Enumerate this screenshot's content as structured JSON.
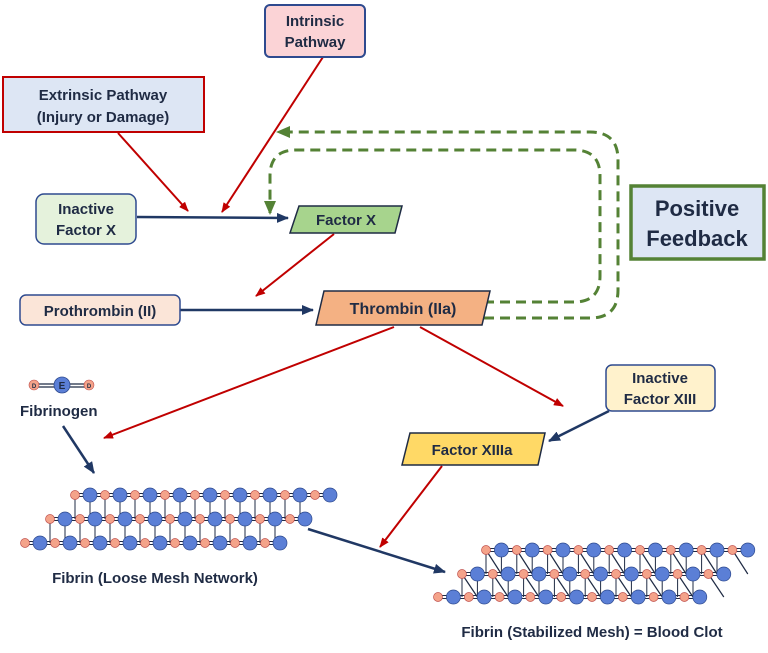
{
  "nodes": {
    "intrinsic": {
      "line1": "Intrinsic",
      "line2": "Pathway"
    },
    "extrinsic": {
      "line1": "Extrinsic Pathway",
      "line2": "(Injury or Damage)"
    },
    "inactive_x": {
      "line1": "Inactive",
      "line2": "Factor X"
    },
    "factor_x": "Factor X",
    "prothrombin": "Prothrombin (II)",
    "thrombin": "Thrombin (IIa)",
    "positive_feedback": {
      "line1": "Positive",
      "line2": "Feedback"
    },
    "inactive_xiii": {
      "line1": "Inactive",
      "line2": "Factor XIII"
    },
    "factor_xiiia": "Factor XIIIa"
  },
  "fibrinogen": {
    "label": "Fibrinogen",
    "domain_center": "E",
    "domain_end": "D"
  },
  "fibrin_loose": {
    "label": "Fibrin (Loose Mesh Network)"
  },
  "fibrin_stable": {
    "label": "Fibrin (Stabilized Mesh) = Blood Clot"
  },
  "colors": {
    "intrinsic_fill": "#fbd3d6",
    "intrinsic_border": "#2e4a8f",
    "extrinsic_fill": "#dde6f4",
    "extrinsic_border": "#c00000",
    "inactive_x_fill": "#e5f2dc",
    "inactive_x_border": "#2e4a8f",
    "factor_x_fill": "#a7d48d",
    "prothrombin_fill": "#fbe5d8",
    "prothrombin_border": "#2e4a8f",
    "thrombin_fill": "#f4b183",
    "feedback_fill": "#dde6f4",
    "feedback_border": "#548235",
    "inactive_xiii_fill": "#fff2cc",
    "inactive_xiii_border": "#2e4a8f",
    "factor_xiiia_fill": "#ffd966",
    "red_arrow": "#c00000",
    "navy_arrow": "#203864",
    "green_dashed": "#548235",
    "e_domain": "#5b7fd6",
    "d_domain": "#f4a38a"
  }
}
